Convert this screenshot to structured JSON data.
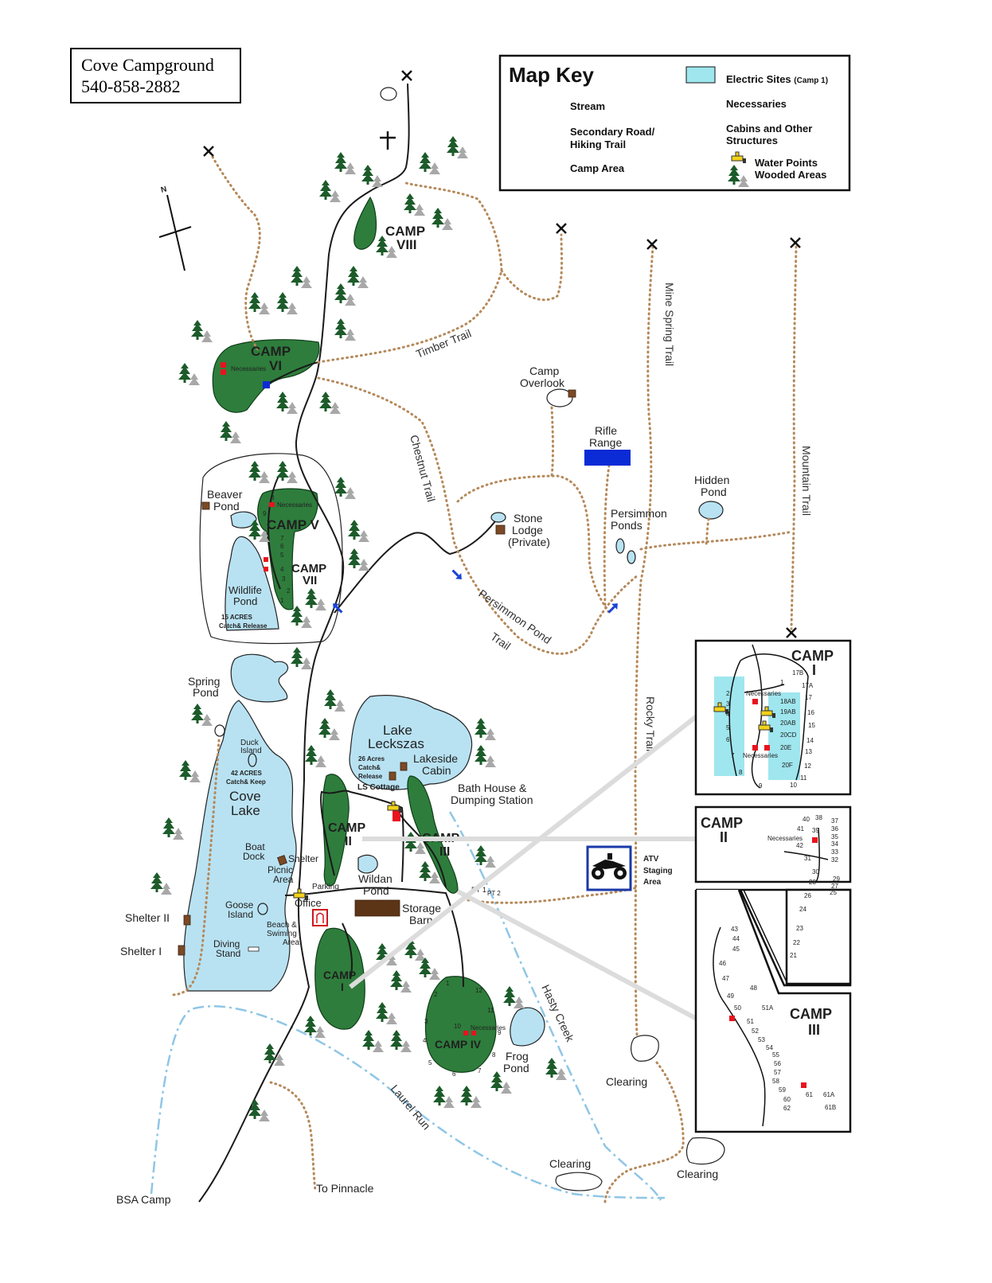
{
  "title": {
    "name": "Cove Campground",
    "phone": "540-858-2882"
  },
  "key": {
    "heading": "Map Key",
    "stream": "Stream",
    "road_line1": "Secondary Road/",
    "road_line2": "Hiking Trail",
    "camp_area": "Camp Area",
    "electric": "Electric Sites",
    "electric_note": "(Camp 1)",
    "necessaries": "Necessaries",
    "cabins_line1": "Cabins and Other",
    "cabins_line2": "Structures",
    "water": "Water Points",
    "wooded": "Wooded Areas"
  },
  "colors": {
    "camp_green": "#2e7d3c",
    "water_blue": "#b8e2f2",
    "electric_cyan": "#9fe6ee",
    "necessaries_red": "#e8131f",
    "structure_brown": "#7a4a25",
    "trail_brown": "#b5895a",
    "stream_blue": "#8fc6e6",
    "rifle_blue": "#0b2bd6"
  },
  "camps": {
    "c8": [
      "CAMP",
      "VIII"
    ],
    "c6": [
      "CAMP",
      "VI"
    ],
    "c5": "CAMP V",
    "c7": [
      "CAMP",
      "VII"
    ],
    "c2": [
      "CAMP",
      "II"
    ],
    "c3": [
      "CAMP",
      "III"
    ],
    "c1": [
      "CAMP",
      "I"
    ],
    "c4": "CAMP IV"
  },
  "places": {
    "beaver": [
      "Beaver",
      "Pond"
    ],
    "wildlife": [
      "Wildlife",
      "Pond"
    ],
    "wildlife_note": [
      "15 ACRES",
      "Catch& Release"
    ],
    "spring": [
      "Spring",
      "Pond"
    ],
    "duck": [
      "Duck",
      "Island"
    ],
    "cove_note": [
      "42 ACRES",
      "Catch& Keep"
    ],
    "cove": [
      "Cove",
      "Lake"
    ],
    "boat": [
      "Boat",
      "Dock"
    ],
    "shelter": "Shelter",
    "picnic": [
      "Picnic",
      "Area"
    ],
    "parking": "Parking",
    "office": "Office",
    "goose": [
      "Goose",
      "Island"
    ],
    "beach": [
      "Beach &",
      "Swiming",
      "Area"
    ],
    "diving": [
      "Diving",
      "Stand"
    ],
    "shelter2": "Shelter II",
    "shelter1": "Shelter I",
    "lake": [
      "Lake",
      "Leckszas"
    ],
    "lake_note": [
      "26 Acres",
      "Catch&",
      "Release"
    ],
    "lakeside": [
      "Lakeside",
      "Cabin"
    ],
    "ls_cottage": "LS Cottage",
    "bath": [
      "Bath House &",
      "Dumping Station"
    ],
    "wildan": [
      "Wildan",
      "Pond"
    ],
    "storage": [
      "Storage",
      "Barn"
    ],
    "pt1": "PT 1",
    "pt2": "PT 2",
    "frog": [
      "Frog",
      "Pond"
    ],
    "clearing": "Clearing",
    "bsa": "BSA Camp",
    "pinnacle": "To Pinnacle",
    "overlook": [
      "Camp",
      "Overlook"
    ],
    "rifle": [
      "Rifle",
      "Range"
    ],
    "stone": [
      "Stone",
      "Lodge",
      "(Private)"
    ],
    "persimmon_ponds": [
      "Persimmon",
      "Ponds"
    ],
    "hidden": [
      "Hidden",
      "Pond"
    ],
    "atv": [
      "ATV",
      "Staging",
      "Area"
    ],
    "necessaries_small": "Necessaries"
  },
  "trails": {
    "timber": "Timber Trail",
    "chestnut": "Chestnut Trail",
    "persimmon1": "Persimmon Pond",
    "persimmon2": "Trail",
    "mine": "Mine Spring Trail",
    "mountain": "Mountain Trail",
    "rocky": "Rocky Trail",
    "hasty": "Hasty Creek",
    "laurel": "Laurel Run"
  },
  "inset1": {
    "title": [
      "CAMP",
      "I"
    ],
    "sites_left": [
      "2",
      "3",
      "4",
      "5",
      "6",
      "7",
      "8",
      "9",
      "10"
    ],
    "sites_mid": [
      "18AB",
      "19AB",
      "20AB",
      "20CD",
      "20E",
      "20F"
    ],
    "sites_right": [
      "17B",
      "17A",
      "17",
      "16",
      "15",
      "14",
      "13",
      "12",
      "11"
    ],
    "top": "1",
    "necessaries": "Necessaries"
  },
  "inset2": {
    "title": [
      "CAMP",
      "II"
    ],
    "sites": [
      "40",
      "38",
      "37",
      "41",
      "39",
      "36",
      "35",
      "42",
      "34",
      "33",
      "31",
      "32",
      "30",
      "29",
      "28",
      "27",
      "26",
      "25",
      "24",
      "23",
      "22",
      "21"
    ],
    "necessaries": "Necessaries"
  },
  "inset3": {
    "title": [
      "CAMP",
      "III"
    ],
    "sites": [
      "43",
      "44",
      "45",
      "46",
      "47",
      "48",
      "49",
      "50",
      "51A",
      "51",
      "52",
      "53",
      "54",
      "55",
      "56",
      "57",
      "58",
      "59",
      "60",
      "61",
      "61A",
      "62",
      "61B"
    ]
  },
  "camp4_sites": [
    "1",
    "2",
    "3",
    "4",
    "5",
    "6",
    "7",
    "8",
    "9",
    "10",
    "11",
    "12"
  ],
  "camp5_sites": [
    "1",
    "2",
    "3",
    "4",
    "5",
    "6",
    "7",
    "8",
    "9"
  ]
}
